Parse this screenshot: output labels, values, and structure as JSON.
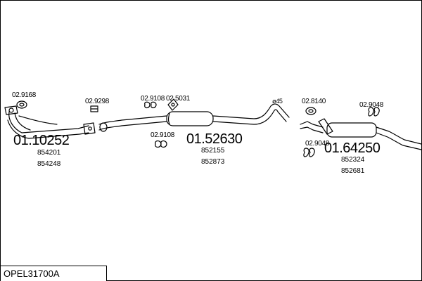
{
  "diagram": {
    "title": "OPEL31700A",
    "size_label": "ø45",
    "parts": {
      "p_2_9168": "02.9168",
      "p_2_9298": "02.9298",
      "p_2_9108_top": "02.9108",
      "p_2_5031": "02.5031",
      "p_2_9108_bottom": "02.9108",
      "p_2_8140": "02.8140",
      "p_2_9048_top": "02.9048",
      "p_2_9048_bottom": "02.9048"
    },
    "assemblies": {
      "front": {
        "number": "01.10252",
        "codes": [
          "854201",
          "854248"
        ]
      },
      "middle": {
        "number": "01.52630",
        "codes": [
          "852155",
          "852873"
        ]
      },
      "rear": {
        "number": "01.64250",
        "codes": [
          "852324",
          "852681"
        ]
      }
    }
  }
}
